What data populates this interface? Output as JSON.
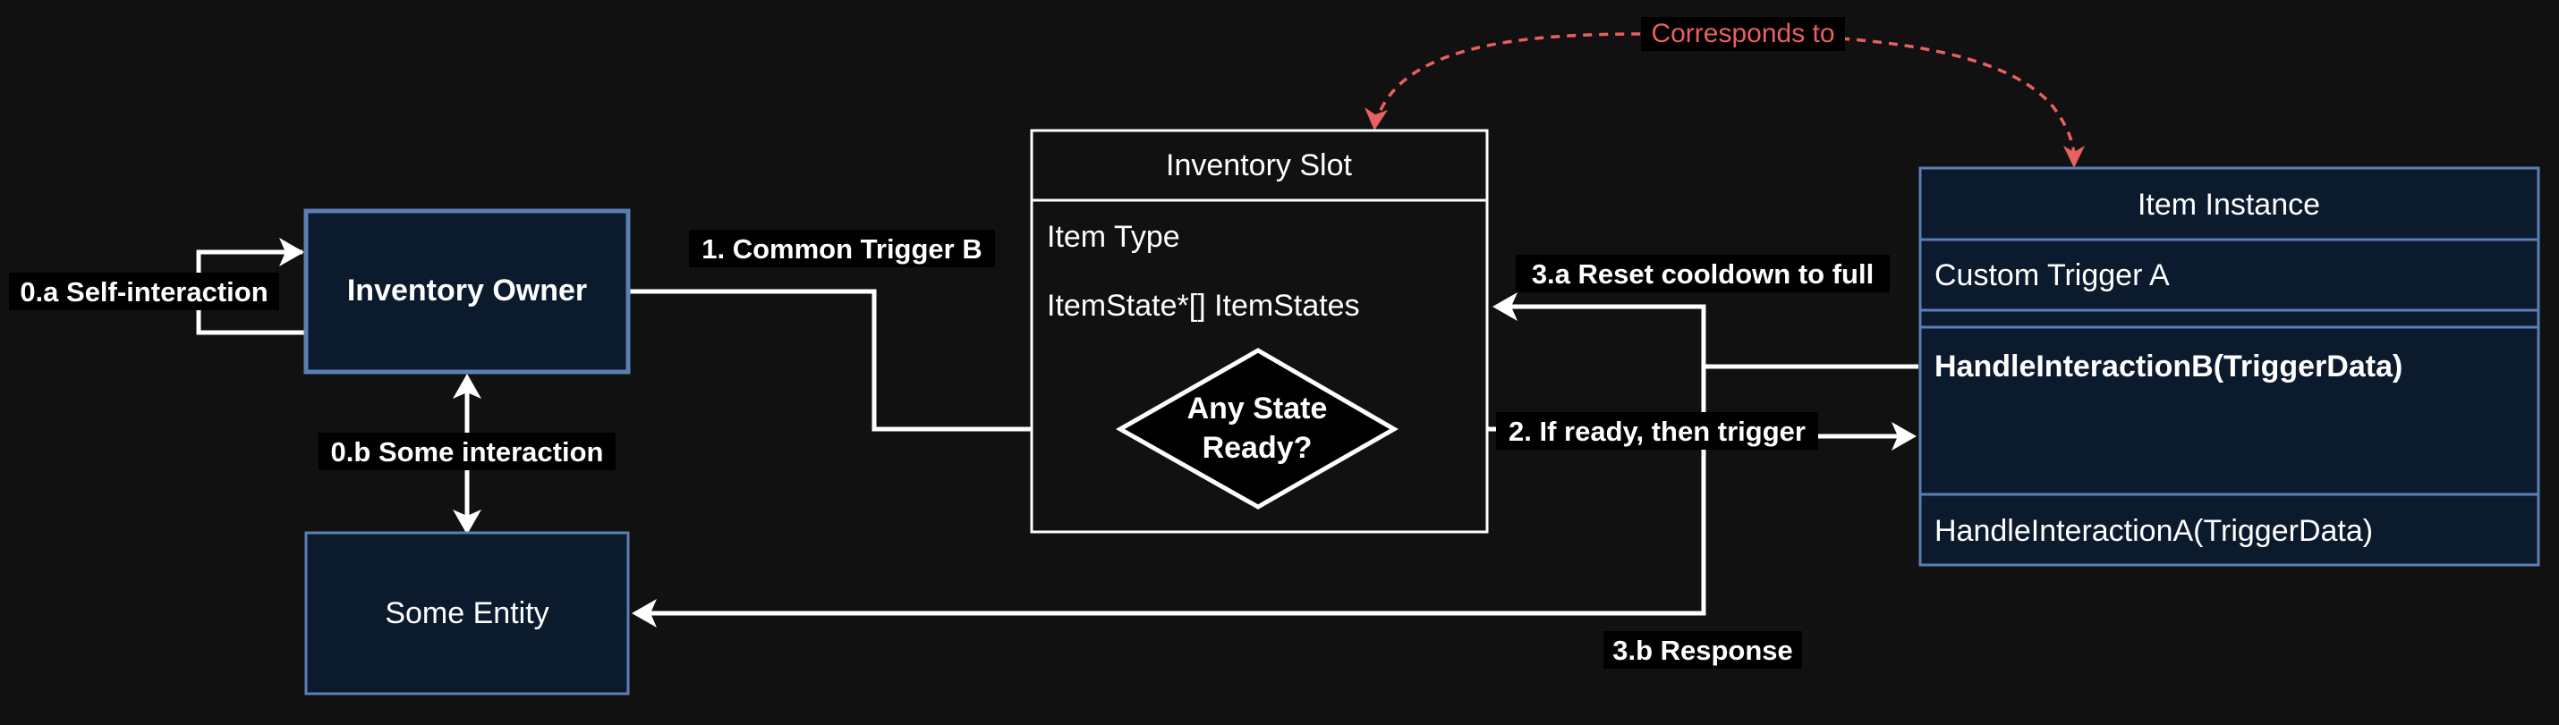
{
  "nodes": {
    "inventory_owner": {
      "label": "Inventory Owner"
    },
    "some_entity": {
      "label": "Some Entity"
    },
    "inventory_slot": {
      "title": "Inventory Slot",
      "fields": [
        "Item Type",
        "ItemState*[] ItemStates"
      ],
      "decision": [
        "Any State",
        "Ready?"
      ]
    },
    "item_instance": {
      "title": "Item Instance",
      "attribute": "Custom Trigger A",
      "method_bold": "HandleInteractionB(TriggerData)",
      "method": "HandleInteractionA(TriggerData)"
    }
  },
  "edges": {
    "self_interaction": "0.a Self-interaction",
    "some_interaction": "0.b Some interaction",
    "common_trigger": "1. Common Trigger B",
    "if_ready": "2. If ready, then trigger",
    "reset_cooldown": "3.a Reset cooldown to full",
    "response": "3.b Response",
    "corresponds_to": "Corresponds to"
  },
  "colors": {
    "background": "#111111",
    "node_fill": "#0c1a2e",
    "node_border": "#5b7fb5",
    "slot_border": "#ffffff",
    "line": "#ffffff",
    "dashed": "#e8605f"
  }
}
